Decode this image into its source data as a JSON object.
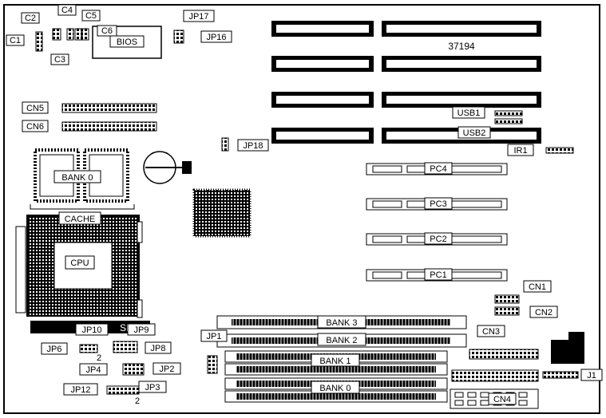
{
  "board": {
    "model_number": "37194",
    "labels": {
      "c1": "C1",
      "c2": "C2",
      "c3": "C3",
      "c4": "C4",
      "c5": "C5",
      "c6": "C6",
      "bios": "BIOS",
      "jp17": "JP17",
      "jp16": "JP16",
      "jp18": "JP18",
      "cn5": "CN5",
      "cn6": "CN6",
      "bank0_cache": "BANK 0",
      "cache": "CACHE",
      "cpu": "CPU",
      "usb1": "USB1",
      "usb2": "USB2",
      "ir1": "IR1",
      "pc4": "PC4",
      "pc3": "PC3",
      "pc2": "PC2",
      "pc1": "PC1",
      "cn1": "CN1",
      "cn2": "CN2",
      "cn3": "CN3",
      "cn4": "CN4",
      "j1": "J1",
      "bank3": "BANK 3",
      "bank2": "BANK 2",
      "bank1": "BANK 1",
      "bank0": "BANK 0",
      "jp1": "JP1",
      "jp2": "JP2",
      "jp3": "JP3",
      "jp4": "JP4",
      "jp6": "JP6",
      "jp8": "JP8",
      "jp9": "JP9",
      "jp10": "JP10",
      "jp12": "JP12",
      "pin2_jp6": "2",
      "pin2_jp3": "2",
      "smp": "SMP"
    }
  }
}
